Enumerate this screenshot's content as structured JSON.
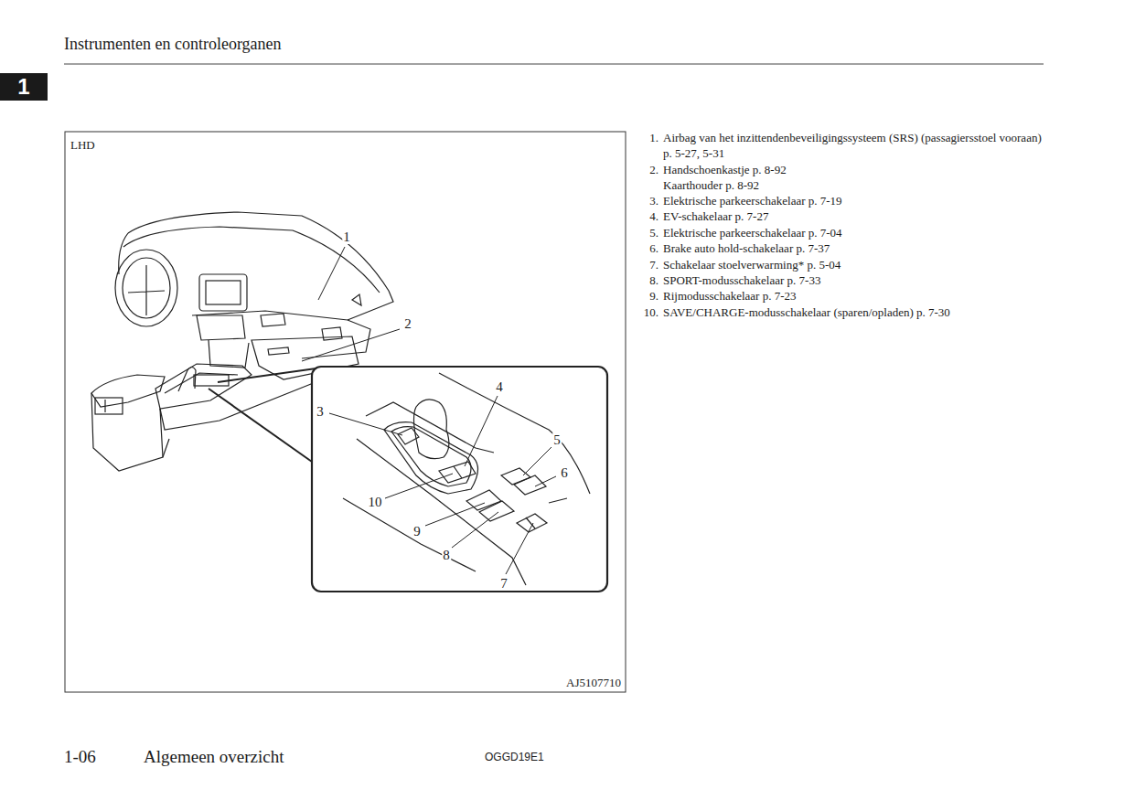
{
  "diagram": {
    "title": "Instrumenten en controleorganen",
    "labels": [
      "1",
      "1",
      "2",
      "3",
      "4",
      "5",
      "6",
      "7",
      "8",
      "9",
      "10",
      "1.",
      "Airbag van het inzittendenbeveiligingssysteem (SRS) (passagiersstoel vooraan) p. 5-27, 5-31",
      "2.",
      "Handschoenkastje p. 8-92",
      "Kaarthouder p. 8-92",
      "3.",
      "Elektrische parkeerschakelaar p. 7-19",
      "4.",
      "EV-schakelaar p. 7-27",
      "5.",
      "Elektrische parkeerschakelaar p. 7-04",
      "6.",
      "Brake auto hold-schakelaar p. 7-37",
      "7.",
      "Schakelaar stoelverwarming* p. 5-04",
      "8.",
      "SPORT-modusschakelaar p. 7-33",
      "9.",
      "Rijmodusschakelaar p. 7-23",
      "10.",
      "SAVE/CHARGE-modusschakelaar (sparen/opladen) p. 7-30",
      "LHD",
      "AJ5107710",
      "1-06",
      "Algemeen overzicht",
      "OGGD19E1"
    ]
  }
}
